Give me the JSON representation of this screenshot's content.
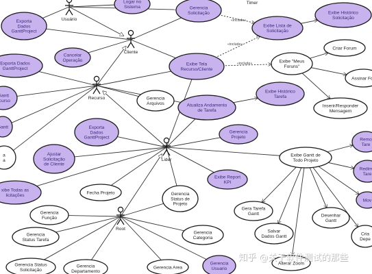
{
  "actors": [
    {
      "id": "usuario",
      "label": "Usuário"
    },
    {
      "id": "cliente",
      "label": "Cliente"
    },
    {
      "id": "recurso",
      "label": "Recurso"
    },
    {
      "id": "lider",
      "label": "Lider"
    },
    {
      "id": "root",
      "label": "Root"
    },
    {
      "id": "timer",
      "label": "Timer"
    }
  ],
  "use_cases": [
    {
      "id": "logar",
      "lines": [
        "Logar no",
        "Sistema"
      ],
      "purple": true
    },
    {
      "id": "gerencia-solicitacao",
      "lines": [
        "Gerencia",
        "Solicitação"
      ],
      "purple": true
    },
    {
      "id": "exporta-dados-top",
      "lines": [
        "Exporta",
        "Dados",
        "GanttProject"
      ],
      "purple": true
    },
    {
      "id": "cancelar-operacao",
      "lines": [
        "Cancelar",
        "Operação"
      ],
      "purple": true
    },
    {
      "id": "exibe-lista-solicitacao",
      "lines": [
        "Exibe Lista de",
        "Solicitação"
      ],
      "purple": true
    },
    {
      "id": "exibe-historico-solicitacao",
      "lines": [
        "Exibe Histórico",
        "Solicitação"
      ],
      "purple": true
    },
    {
      "id": "exporta-dados-left",
      "lines": [
        "Exporta Dados",
        "GanttProject"
      ],
      "purple": true
    },
    {
      "id": "exibe-tela-recurso",
      "lines": [
        "Exibe Tela",
        "Recurso/Cliente"
      ],
      "purple": true
    },
    {
      "id": "criar-forum",
      "lines": [
        "Criar Forum"
      ],
      "purple": false
    },
    {
      "id": "exibe-meus-foruns",
      "lines": [
        "Exibe \"Meus",
        "Foruns\""
      ],
      "purple": false
    },
    {
      "id": "assinar-forum",
      "lines": [
        "Assinar Fór"
      ],
      "purple": false
    },
    {
      "id": "gantt-recurso",
      "lines": [
        "Gantt",
        "ecurso"
      ],
      "purple": true
    },
    {
      "id": "gerencia-arquivos",
      "lines": [
        "Gerencia",
        "Arquivos"
      ],
      "purple": false
    },
    {
      "id": "atualiza-andamento",
      "lines": [
        "Atualiza Andamento",
        "de Tarefa"
      ],
      "purple": true
    },
    {
      "id": "exibe-historico-tarefa",
      "lines": [
        "Exibe Histórico",
        "Tarefa"
      ],
      "purple": true
    },
    {
      "id": "inserir-responder",
      "lines": [
        "Inserir/Responder",
        "Mensagem"
      ],
      "purple": false
    },
    {
      "id": "gantt-left2",
      "lines": [
        "Gantt"
      ],
      "purple": true
    },
    {
      "id": "exporta-dados-mid",
      "lines": [
        "Exporta",
        "Dados",
        "GanttProject"
      ],
      "purple": true
    },
    {
      "id": "gerencia-projeto",
      "lines": [
        "Gerencia",
        "Projeto"
      ],
      "purple": true
    },
    {
      "id": "left-partial",
      "lines": [
        "a",
        "a"
      ],
      "purple": false
    },
    {
      "id": "ajustar-solicitacao",
      "lines": [
        "Ajustar",
        "Solicitação",
        "de Cliente"
      ],
      "purple": true
    },
    {
      "id": "exibe-gantt-todo",
      "lines": [
        "Exibe Gantt de",
        "Todo Projeto"
      ],
      "purple": false
    },
    {
      "id": "remo-tarefa",
      "lines": [
        "Remo",
        "Tare"
      ],
      "purple": true
    },
    {
      "id": "exibe-report-kpi",
      "lines": [
        "Exibe Report",
        "KPI"
      ],
      "purple": true
    },
    {
      "id": "redime-tarefa",
      "lines": [
        "Redime",
        "Tare"
      ],
      "purple": true
    },
    {
      "id": "exibe-todas-solicitacoes",
      "lines": [
        "xibe Todas as",
        "licitações"
      ],
      "purple": true
    },
    {
      "id": "fecha-projeto",
      "lines": [
        "Fecha Projeto"
      ],
      "purple": false
    },
    {
      "id": "move-partial",
      "lines": [
        "Mov"
      ],
      "purple": true
    },
    {
      "id": "gerencia-status-projeto",
      "lines": [
        "Gerencia",
        "Status de",
        "Projeto"
      ],
      "purple": false
    },
    {
      "id": "gerencia-funcao",
      "lines": [
        "Gerencia",
        "Função"
      ],
      "purple": false
    },
    {
      "id": "gera-tarefa-gantt",
      "lines": [
        "Gera Tarefa",
        "Gantt"
      ],
      "purple": false
    },
    {
      "id": "desenhar-gantt",
      "lines": [
        "Desenhar",
        "Gantt"
      ],
      "purple": false
    },
    {
      "id": "gerencia-status-tarefa",
      "lines": [
        "Gerencia",
        "Status Tarefa"
      ],
      "purple": false
    },
    {
      "id": "gerencia-categoria",
      "lines": [
        "Gerencia",
        "Categoria"
      ],
      "purple": false
    },
    {
      "id": "salvar-dados-gantt",
      "lines": [
        "Salvar",
        "Dados Gantt"
      ],
      "purple": false
    },
    {
      "id": "cria-depe",
      "lines": [
        "Cria",
        "Depe"
      ],
      "purple": false
    },
    {
      "id": "alterar-zoom",
      "lines": [
        "Alterar Zoom"
      ],
      "purple": false
    },
    {
      "id": "gerencia-status-bottom",
      "lines": [
        "Gerencia Status",
        "Solicitação"
      ],
      "purple": false
    },
    {
      "id": "gerencia-departamento",
      "lines": [
        "Gerencia",
        "Departamento"
      ],
      "purple": false
    },
    {
      "id": "gerencia-area",
      "lines": [
        "Gerencia Area"
      ],
      "purple": false
    },
    {
      "id": "gerencia-usuario",
      "lines": [
        "Gerencia",
        "Usuario"
      ],
      "purple": true
    }
  ],
  "edge_labels": {
    "include": "«include»"
  },
  "watermark": "知乎 @关于软件测试的那些"
}
